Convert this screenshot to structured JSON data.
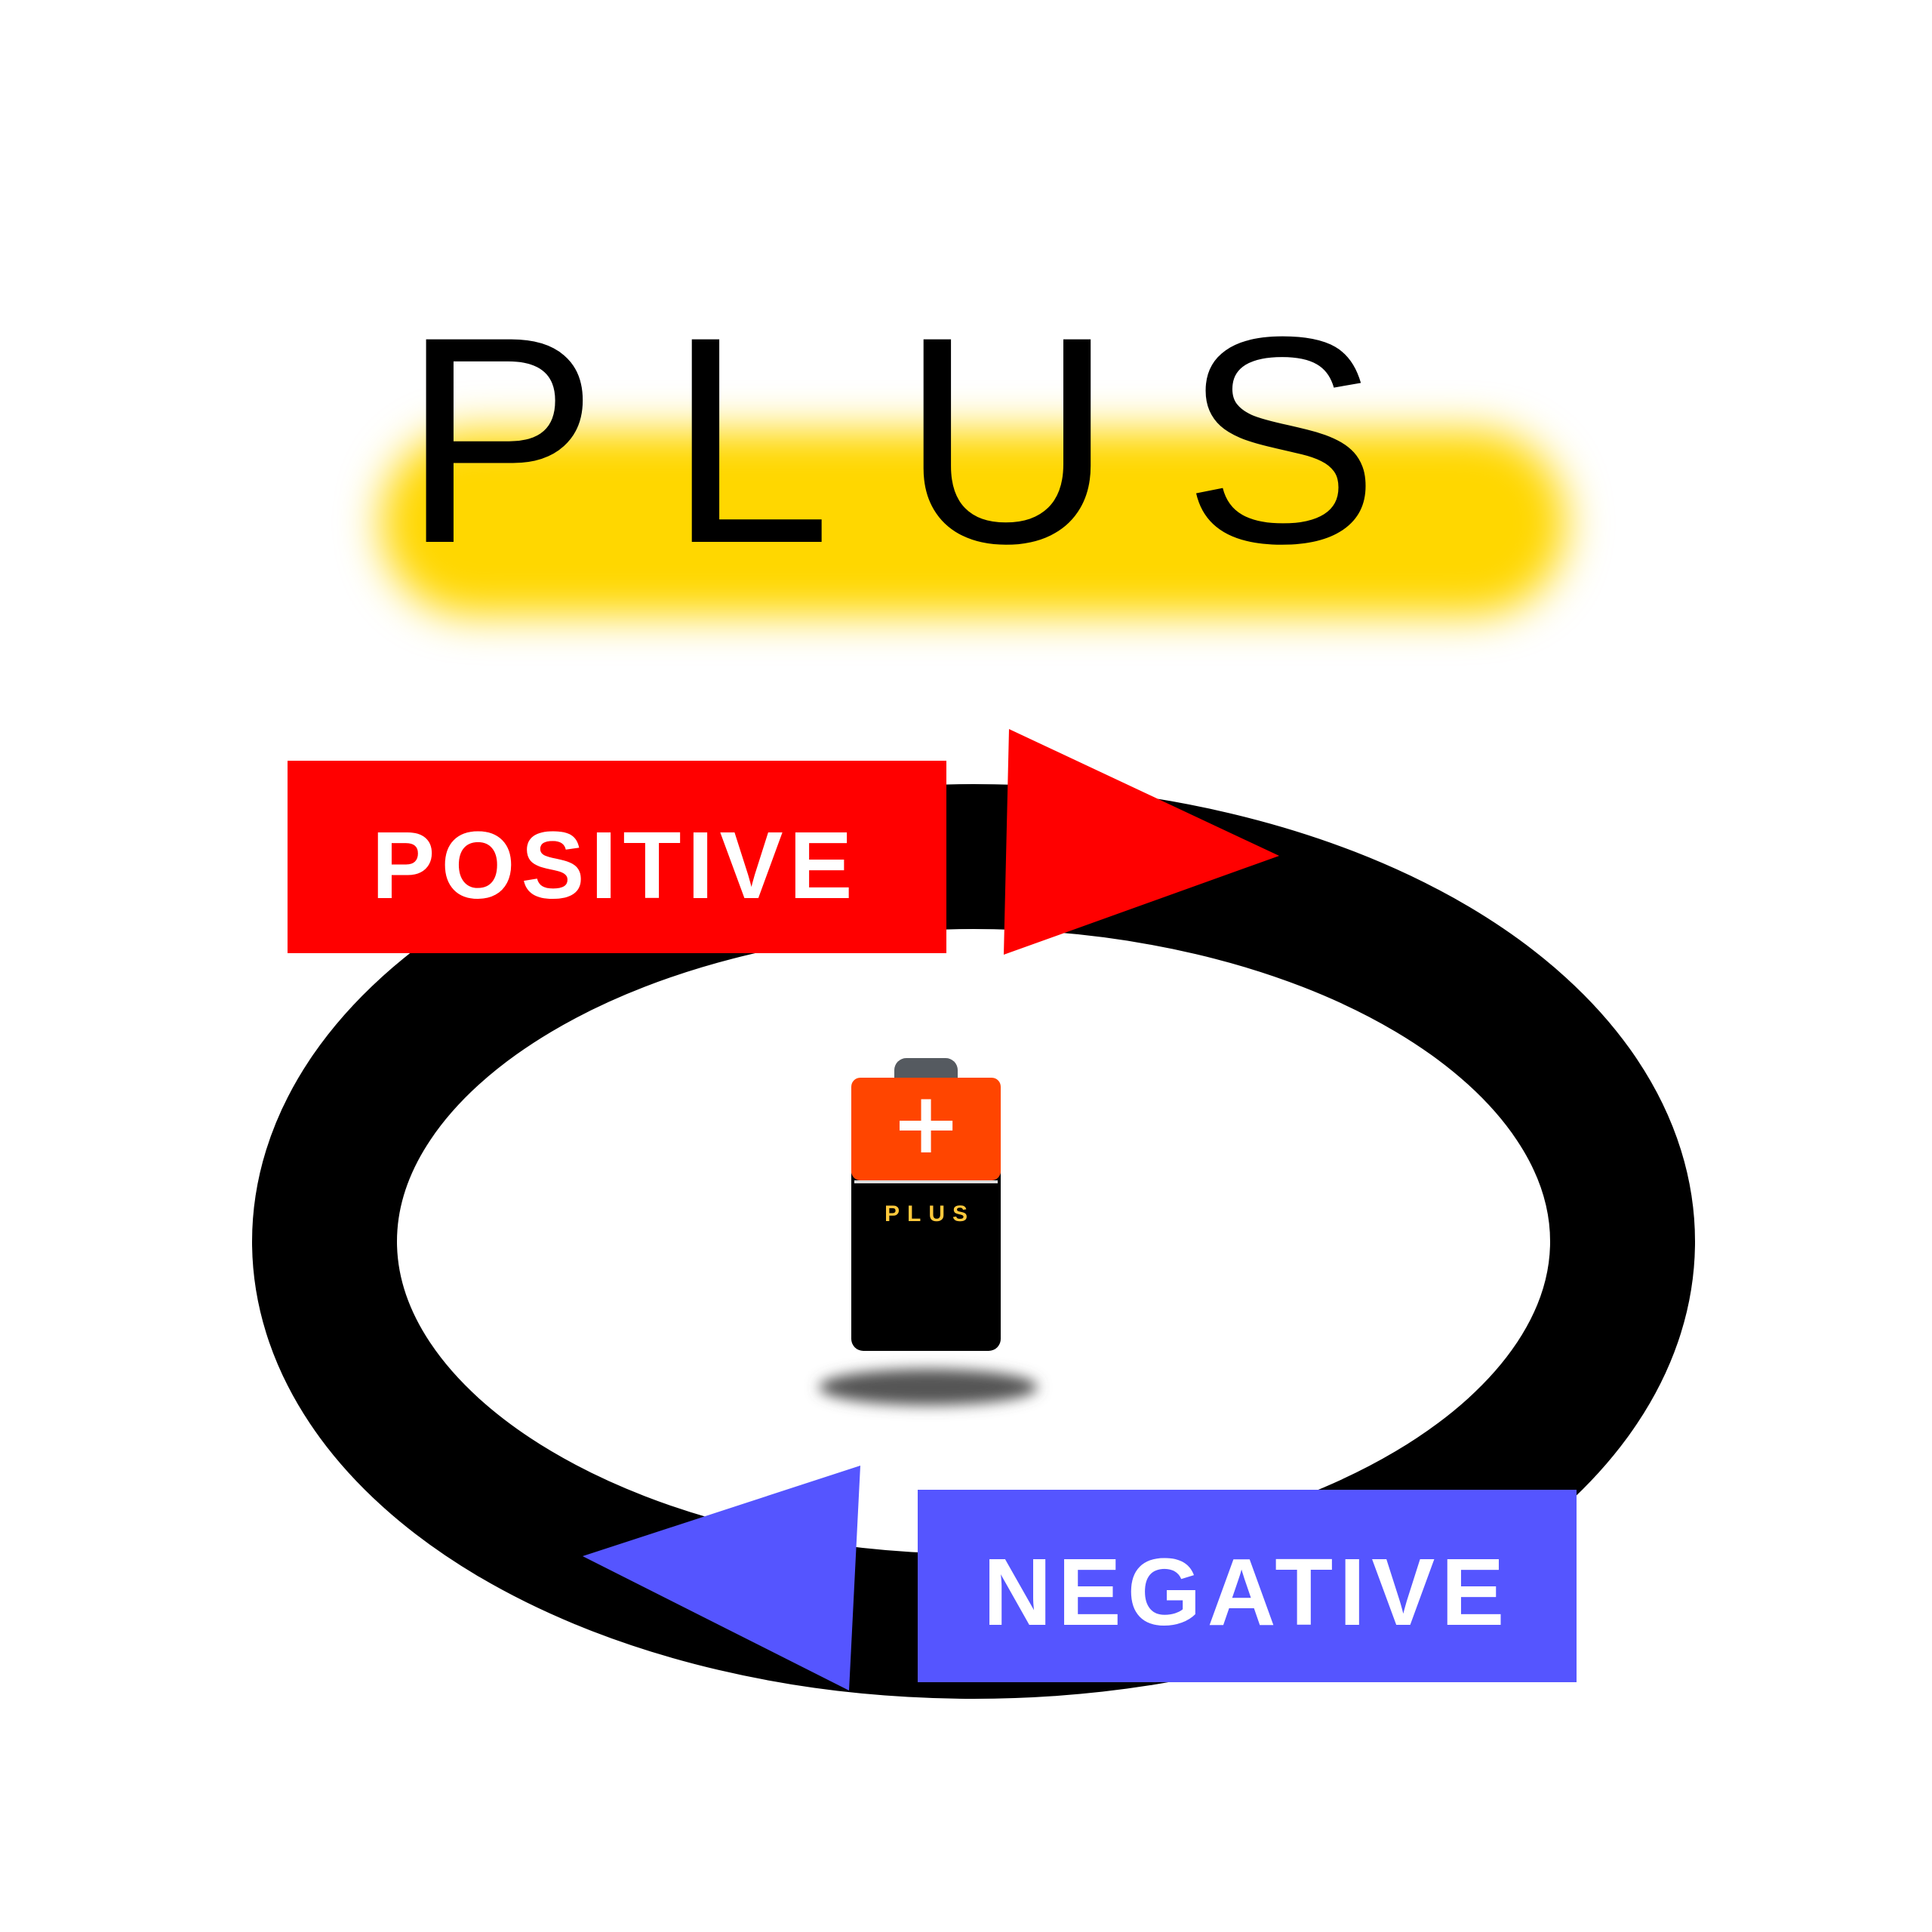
{
  "title": {
    "text": "PLUS",
    "text_color": "#000000",
    "glow_color": "#FFD700"
  },
  "cycle": {
    "ring_color": "#000000",
    "positive": {
      "label": "POSITIVE",
      "color": "#FF0000",
      "text_color": "#FFFFFF"
    },
    "negative": {
      "label": "NEGATIVE",
      "color": "#5555FF",
      "text_color": "#FFFFFF"
    }
  },
  "battery": {
    "symbol": "+",
    "label": "PLUS",
    "top_color": "#FF4500",
    "body_color": "#000000",
    "cap_color": "#555A60",
    "label_color": "#FFC93C"
  }
}
